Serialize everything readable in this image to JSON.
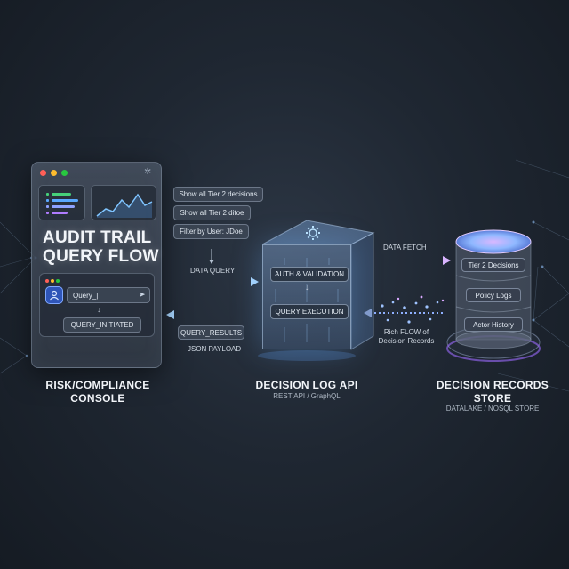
{
  "console": {
    "title": "AUDIT TRAIL QUERY FLOW",
    "query_input": "Query_|",
    "status": "QUERY_INITIATED",
    "heading": "RISK/COMPLIANCE CONSOLE"
  },
  "suggestions": [
    "Show all Tier 2 decisions",
    "Show all Tier 2 ditoe",
    "Filter by User: JDoe"
  ],
  "flows": {
    "data_query": "DATA QUERY",
    "query_results": "QUERY_RESULTS",
    "json_payload": "JSON PAYLOAD",
    "data_fetch": "DATA FETCH",
    "rich_flow": "Rich FLOW of Decision Records"
  },
  "api": {
    "auth": "AUTH & VALIDATION",
    "execution": "QUERY EXECUTION",
    "heading": "DECISION LOG API",
    "subheading": "REST API / GraphQL"
  },
  "store": {
    "labels": [
      "Tier 2 Decisions",
      "Policy Logs",
      "Actor History"
    ],
    "heading": "DECISION RECORDS STORE",
    "subheading": "DATALAKE / NOSQL STORE"
  },
  "colors": {
    "window_red": "#ff5f57",
    "window_yellow": "#febc2e",
    "window_green": "#28c840",
    "query_arrow": "#5aa8ff",
    "fetch_arrow": "#b07cff",
    "glow_cyan": "#7fd8ff"
  }
}
